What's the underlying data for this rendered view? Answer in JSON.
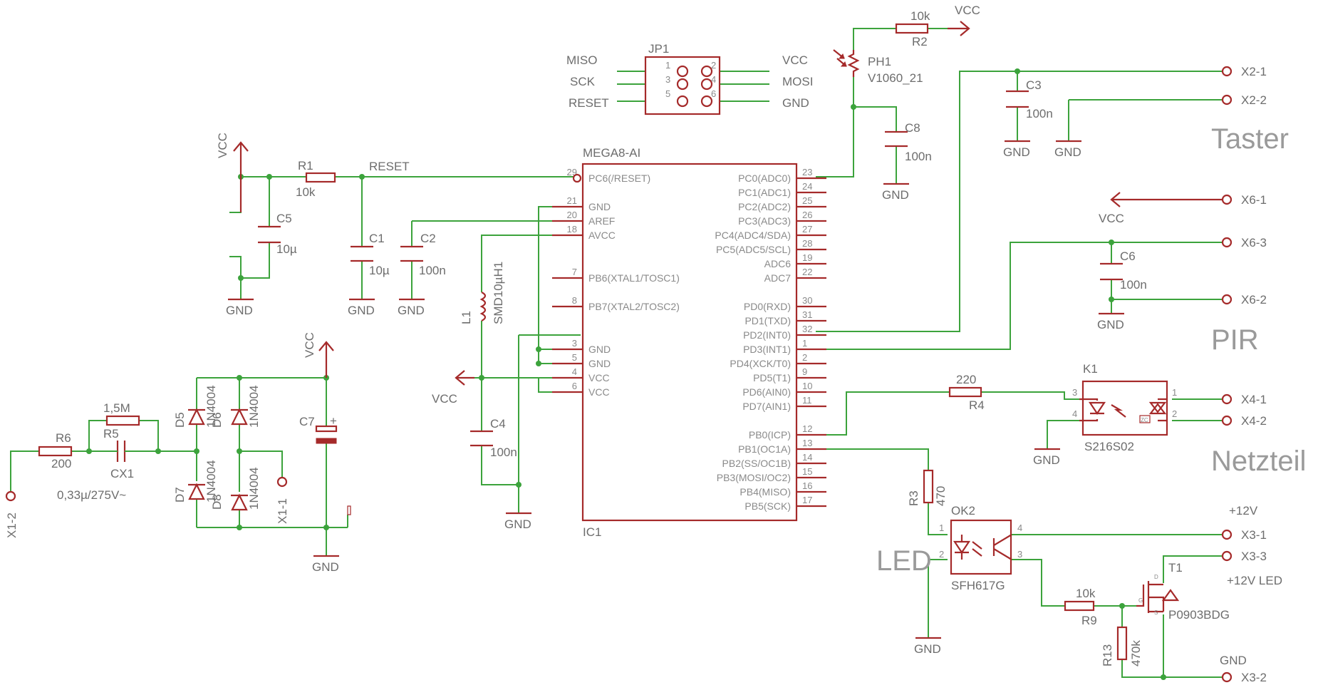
{
  "colors": {
    "part": "#a52a2a",
    "wire": "#3ca33c",
    "text": "#6d6d6d",
    "section": "#9a9a9a"
  },
  "sections": {
    "taster": "Taster",
    "pir": "PIR",
    "netzteil": "Netzteil",
    "led": "LED"
  },
  "nets": {
    "vcc": "VCC",
    "gnd": "GND",
    "reset": "RESET",
    "plus12v": "+12V",
    "plus12v_led": "+12V LED"
  },
  "jp1": {
    "name": "JP1",
    "left_labels": [
      "MISO",
      "SCK",
      "RESET"
    ],
    "right_labels": [
      "VCC",
      "MOSI",
      "GND"
    ],
    "pin_numbers": [
      "1",
      "2",
      "3",
      "4",
      "5",
      "6"
    ]
  },
  "ic1": {
    "name": "IC1",
    "value": "MEGA8-AI",
    "left_pins": [
      {
        "num": "29",
        "name": "PC6(/RESET)"
      },
      {
        "num": "21",
        "name": "GND"
      },
      {
        "num": "20",
        "name": "AREF"
      },
      {
        "num": "18",
        "name": "AVCC"
      },
      {
        "num": "7",
        "name": "PB6(XTAL1/TOSC1)"
      },
      {
        "num": "8",
        "name": "PB7(XTAL2/TOSC2)"
      },
      {
        "num": "3",
        "name": "GND"
      },
      {
        "num": "5",
        "name": "GND"
      },
      {
        "num": "4",
        "name": "VCC"
      },
      {
        "num": "6",
        "name": "VCC"
      }
    ],
    "right_pins": [
      {
        "num": "23",
        "name": "PC0(ADC0)"
      },
      {
        "num": "24",
        "name": "PC1(ADC1)"
      },
      {
        "num": "25",
        "name": "PC2(ADC2)"
      },
      {
        "num": "26",
        "name": "PC3(ADC3)"
      },
      {
        "num": "27",
        "name": "PC4(ADC4/SDA)"
      },
      {
        "num": "28",
        "name": "PC5(ADC5/SCL)"
      },
      {
        "num": "19",
        "name": "ADC6"
      },
      {
        "num": "22",
        "name": "ADC7"
      },
      {
        "num": "30",
        "name": "PD0(RXD)"
      },
      {
        "num": "31",
        "name": "PD1(TXD)"
      },
      {
        "num": "32",
        "name": "PD2(INT0)"
      },
      {
        "num": "1",
        "name": "PD3(INT1)"
      },
      {
        "num": "2",
        "name": "PD4(XCK/T0)"
      },
      {
        "num": "9",
        "name": "PD5(T1)"
      },
      {
        "num": "10",
        "name": "PD6(AIN0)"
      },
      {
        "num": "11",
        "name": "PD7(AIN1)"
      },
      {
        "num": "12",
        "name": "PB0(ICP)"
      },
      {
        "num": "13",
        "name": "PB1(OC1A)"
      },
      {
        "num": "14",
        "name": "PB2(SS/OC1B)"
      },
      {
        "num": "15",
        "name": "PB3(MOSI/OC2)"
      },
      {
        "num": "16",
        "name": "PB4(MISO)"
      },
      {
        "num": "17",
        "name": "PB5(SCK)"
      }
    ]
  },
  "parts": {
    "r1": {
      "name": "R1",
      "value": "10k"
    },
    "r2": {
      "name": "R2",
      "value": "10k"
    },
    "r3": {
      "name": "R3",
      "value": "470"
    },
    "r4": {
      "name": "R4",
      "value": "220"
    },
    "r5": {
      "name": "R5",
      "value": "1,5M"
    },
    "r6": {
      "name": "R6",
      "value": "200"
    },
    "r9": {
      "name": "R9",
      "value": "10k"
    },
    "r13": {
      "name": "R13",
      "value": "470k"
    },
    "c1": {
      "name": "C1",
      "value": "10µ"
    },
    "c2": {
      "name": "C2",
      "value": "100n"
    },
    "c3": {
      "name": "C3",
      "value": "100n"
    },
    "c4": {
      "name": "C4",
      "value": "100n"
    },
    "c5": {
      "name": "C5",
      "value": "10µ"
    },
    "c6": {
      "name": "C6",
      "value": "100n"
    },
    "c7": {
      "name": "C7",
      "value": ""
    },
    "c8": {
      "name": "C8",
      "value": "100n"
    },
    "cx1": {
      "name": "CX1",
      "value": "0,33µ/275V~"
    },
    "l1": {
      "name": "L1",
      "value": "SMD10µH1"
    },
    "ph1": {
      "name": "PH1",
      "value": "V1060_21"
    },
    "d5": {
      "name": "D5",
      "value": "1N4004"
    },
    "d6": {
      "name": "D6",
      "value": "1N4004"
    },
    "d7": {
      "name": "D7",
      "value": "1N4004"
    },
    "d8": {
      "name": "D8",
      "value": "1N4004"
    },
    "k1": {
      "name": "K1",
      "value": "S216S02",
      "zc": "ZC"
    },
    "ok2": {
      "name": "OK2",
      "value": "SFH617G"
    },
    "t1": {
      "name": "T1",
      "value": "P0903BDG",
      "pins": [
        "D",
        "G",
        "S"
      ]
    }
  },
  "connectors": {
    "x1_1": "X1-1",
    "x1_2": "X1-2",
    "x2_1": "X2-1",
    "x2_2": "X2-2",
    "x3_1": "X3-1",
    "x3_2": "X3-2",
    "x3_3": "X3-3",
    "x4_1": "X4-1",
    "x4_2": "X4-2",
    "x6_1": "X6-1",
    "x6_2": "X6-2",
    "x6_3": "X6-3"
  },
  "pinnums": {
    "k1": [
      "3",
      "4",
      "1",
      "2"
    ],
    "ok2": [
      "1",
      "2",
      "4",
      "3"
    ]
  }
}
